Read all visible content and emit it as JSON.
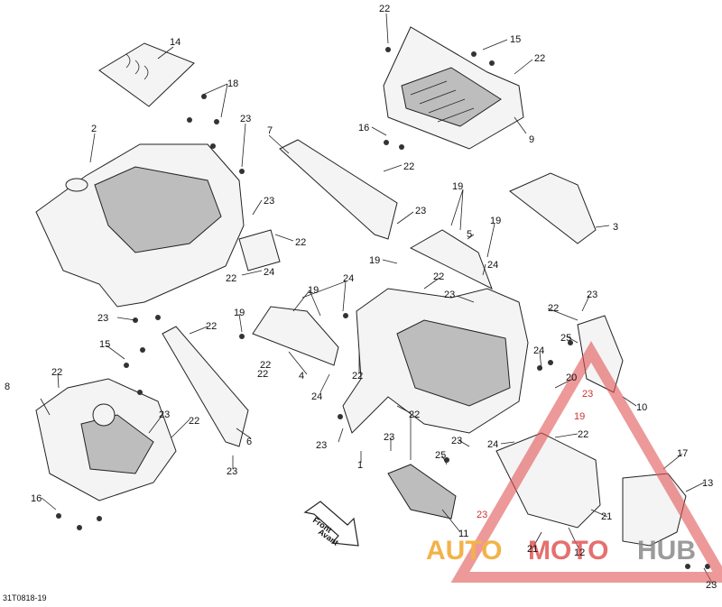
{
  "diagram": {
    "document_code": "31T0818-19",
    "front_arrow": {
      "line1": "Front",
      "line2": "Avant"
    },
    "callouts": {
      "c14": "14",
      "c22a": "22",
      "c15a": "15",
      "c22b": "22",
      "c18": "18",
      "c2": "2",
      "c23a": "23",
      "c7": "7",
      "c16a": "16",
      "c9": "9",
      "c22c": "22",
      "c23b": "23",
      "c22d": "22",
      "c23c": "23",
      "c19a": "19",
      "c19b": "19",
      "c5": "5",
      "c3": "3",
      "c19c": "19",
      "c24a": "24",
      "c24b": "24",
      "c22e": "22",
      "c24c": "24",
      "c19d": "19",
      "c23d": "23",
      "c22f": "22",
      "c23e": "23",
      "c22g": "22",
      "c23f": "23",
      "c19e": "19",
      "c22h": "22",
      "c15b": "15",
      "c22i": "22",
      "c4": "4",
      "c22j": "22",
      "c24d": "24",
      "c25a": "25",
      "c24e": "24",
      "c8": "8",
      "c22k": "22",
      "c23g": "23",
      "c22l": "22",
      "c22m": "22",
      "c6": "6",
      "c20": "20",
      "c10": "10",
      "c22n": "22",
      "c23h": "23",
      "c23i": "23",
      "c1": "1",
      "c23j": "23",
      "c24f": "24",
      "c22o": "22",
      "c23k": "23",
      "c25b": "25",
      "c16b": "16",
      "c17": "17",
      "c13": "13",
      "c11": "11",
      "c21a": "21",
      "c12": "12",
      "c21b": "21",
      "c23l": "23",
      "c23m": "23",
      "c19f": "19",
      "c23n": "23"
    }
  },
  "watermark": {
    "text_auto": "AUTO",
    "text_moto": "MOTO",
    "text_hub": "HUB",
    "color_orange": "#f2a52a",
    "color_red": "#e25656",
    "color_gray": "#8a8a8a"
  }
}
